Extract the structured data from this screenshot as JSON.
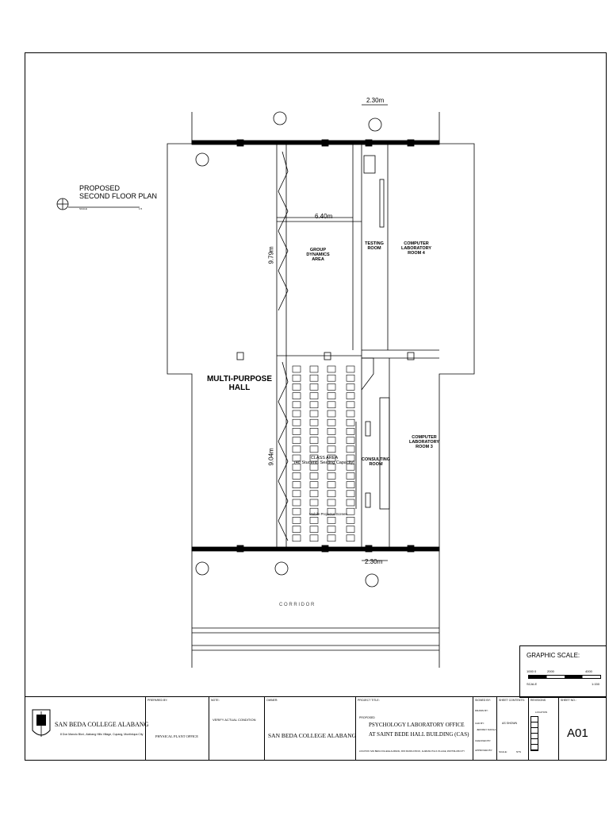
{
  "drawing": {
    "title_line1": "PROPOSED",
    "title_line2": "SECOND FLOOR PLAN",
    "title_scale_left": "SCALE",
    "title_scale_right": "1:5"
  },
  "rooms": {
    "multi_purpose_line1": "MULTI-PURPOSE",
    "multi_purpose_line2": "HALL",
    "group_dynamics_line1": "GROUP",
    "group_dynamics_line2": "DYNAMICS",
    "group_dynamics_line3": "AREA",
    "testing_line1": "TESTING",
    "testing_line2": "ROOM",
    "comp_lab4_line1": "COMPUTER",
    "comp_lab4_line2": "LABORATORY",
    "comp_lab4_line3": "ROOM 4",
    "class_area_line1": "CLASS AREA",
    "class_area_line2": "(40 Students  Seating Capacity)",
    "consulting_line1": "CONSULTING",
    "consulting_line2": "ROOM",
    "comp_lab3_line1": "COMPUTER",
    "comp_lab3_line2": "LABORATORY",
    "comp_lab3_line3": "ROOM 3",
    "projector_screen": "Mobile Projector Screen",
    "corridor": "C     O     R     R     I     D     O     R"
  },
  "dimensions": {
    "top_width": "2.30m",
    "bottom_width": "2.30m",
    "group_width": "6.40m",
    "upper_height": "9.79m",
    "lower_height": "9.04m"
  },
  "graphic_scale": {
    "label": "GRAPHIC  SCALE:",
    "ticks": [
      "1000  0",
      "2000",
      "4000"
    ],
    "scale_left": "SCALE",
    "scale_right": "1:150"
  },
  "title_block": {
    "school_name": "SAN BEDA COLLEGE ALABANG",
    "school_address": "8 Don Manolo Blvd., Alabang Hills Village, Cupang, Muntinlupa City",
    "prepared_by_caption": "PREPARED BY:",
    "prepared_by": "PHYSICAL PLANT OFFICE",
    "note_caption": "NOTE:",
    "note": "VERIFY ACTUAL CONDITION",
    "owner_caption": "OWNER:",
    "owner": "SAN BEDA COLLEGE ALABANG",
    "project_caption": "PROJECT TITLE:",
    "project_proposed": "PROPOSED",
    "project_line1": "PSYCHOLOGY  LABORATORY OFFICE",
    "project_line2": "AT SAINT BEDE HALL BUILDING (CAS)",
    "project_location": "LOCATION: SAN BEDA COLLEGE ALABANG, DON MANOLO BLVD., ALABANG HILLS VILLAGE, MUNTINLUPA CITY",
    "signed_by_caption": "SIGNED BY:",
    "drawn_caption": "DRAWN BY:",
    "cad_by_caption": "CAD BY:",
    "cad_by": "JEFFREY DAVILA",
    "checked_caption": "CHECKED BY:",
    "approved_caption": "APPROVED BY:",
    "sheet_contents_caption": "SHEET CONTENTS:",
    "sheet_contents": "AS SHOWN",
    "scale_caption": "SCALE:",
    "scale_value": "NTS",
    "revisions_caption": "REVISIONS",
    "location_caption": "LOCATION",
    "sheet_no_caption": "SHEET NO.:",
    "sheet_no": "A01"
  }
}
